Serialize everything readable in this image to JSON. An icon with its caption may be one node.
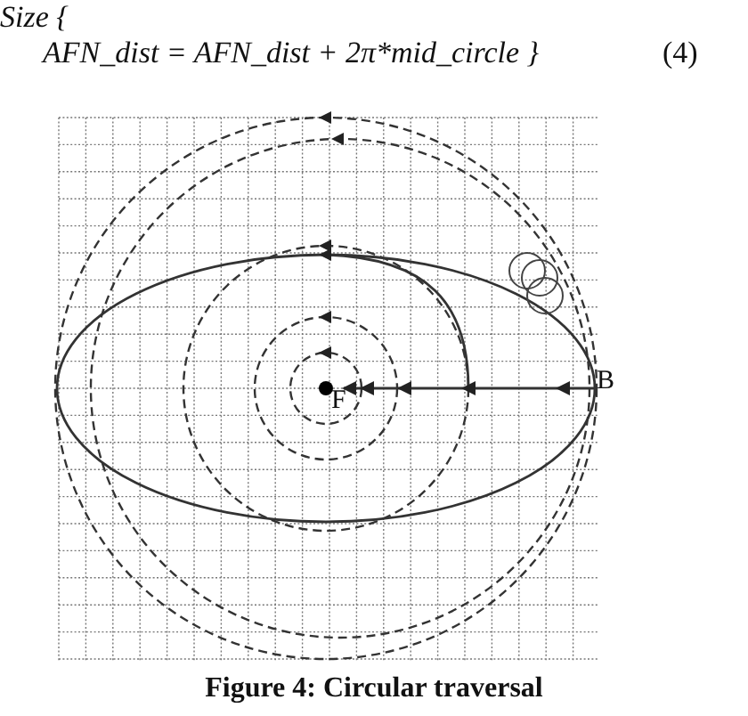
{
  "diagram": {
    "caption": "Figure 4: Circular traversal",
    "nodes": [
      {
        "text": [
          "F"
        ]
      },
      {
        "text": [
          "B"
        ]
      }
    ],
    "edges": [
      {
        "from": 1,
        "to": 0,
        "arrow": "to"
      }
    ],
    "labels": [
      "Size {",
      "AFN_dist = AFN_dist + 2π*mid_circle }",
      "(4)"
    ]
  }
}
